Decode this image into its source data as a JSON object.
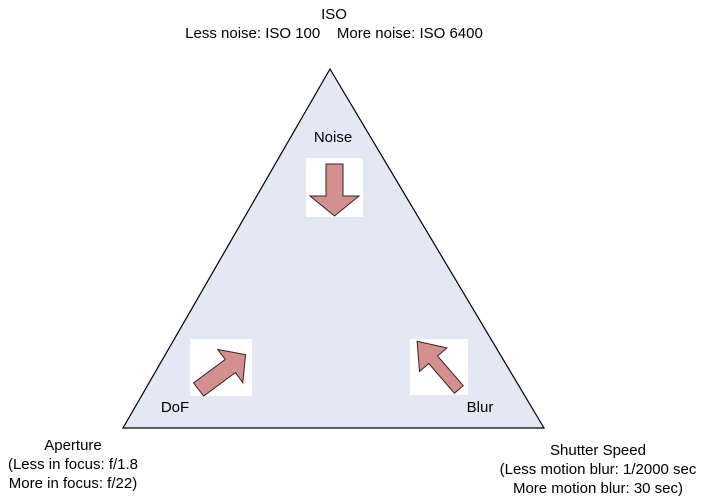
{
  "iso": {
    "title": "ISO",
    "less": "Less noise: ISO 100",
    "more": "More noise: ISO 6400"
  },
  "aperture": {
    "title": "Aperture",
    "less": "(Less in focus: f/1.8",
    "more": "More in focus: f/22)"
  },
  "shutter": {
    "title": "Shutter Speed",
    "less": "(Less motion blur: 1/2000 sec",
    "more": "More motion blur: 30 sec)"
  },
  "inner": {
    "noise": "Noise",
    "dof": "DoF",
    "blur": "Blur"
  },
  "colors": {
    "triangle_fill": "#e3e8f4",
    "triangle_stroke": "#000000",
    "arrow_fill": "#d48f8f",
    "arrow_stroke": "#3a2020",
    "icon_background": "#ffffff"
  }
}
